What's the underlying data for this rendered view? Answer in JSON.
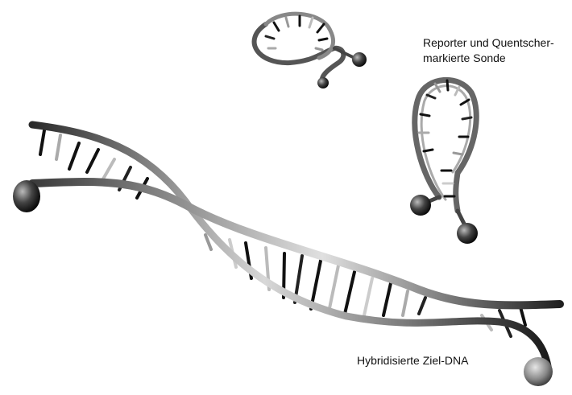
{
  "labels": {
    "probe_line1": "Reporter und Quentscher-",
    "probe_line2": "markierte Sonde",
    "target": "Hybridisierte Ziel-DNA"
  }
}
